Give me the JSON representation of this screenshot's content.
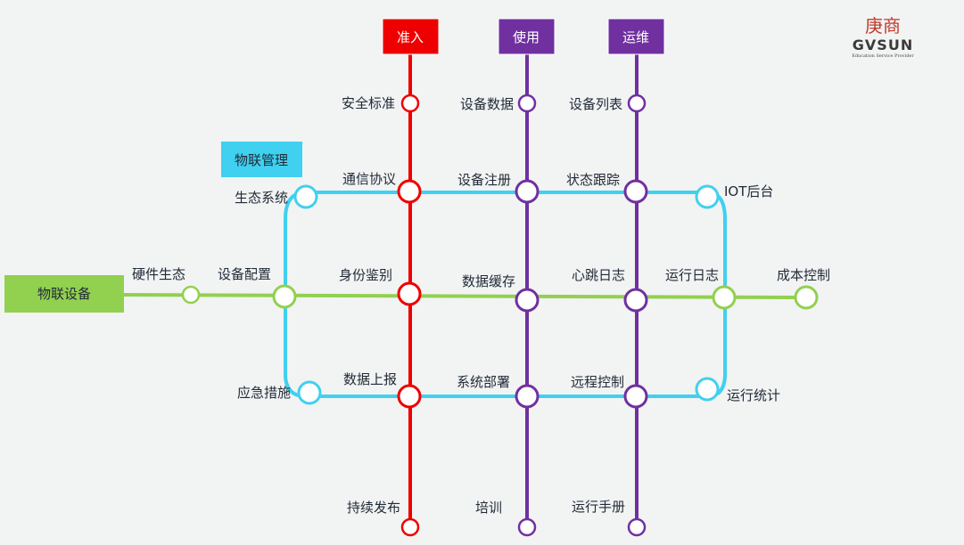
{
  "colors": {
    "background": "#f2f3f3",
    "red": "#ee0000",
    "purple": "#7030a0",
    "cyan": "#40d0f0",
    "green": "#92d050",
    "label": "#1f2a36"
  },
  "logo": {
    "chinese": "庚商",
    "english": "GVSUN",
    "tagline": "Education Service Provider"
  },
  "headers": {
    "red": "准入",
    "purple": "使用",
    "violet": "运维",
    "cyan_box": "物联管理",
    "green_box": "物联设备"
  },
  "stations": {
    "r1": "安全标准",
    "r2": "通信协议",
    "r3": "身份鉴别",
    "r4": "数据上报",
    "r5": "持续发布",
    "p1": "设备数据",
    "p2": "设备注册",
    "p3": "数据缓存",
    "p4": "系统部署",
    "p5": "培训",
    "v1": "设备列表",
    "v2": "状态跟踪",
    "v3": "心跳日志",
    "v4": "远程控制",
    "v5": "运行手册",
    "c_tl": "生态系统",
    "c_tr": "IOT后台",
    "c_bl": "应急措施",
    "c_br": "运行统计",
    "g1": "硬件生态",
    "g2": "设备配置",
    "g3": "运行日志",
    "g4": "成本控制"
  }
}
